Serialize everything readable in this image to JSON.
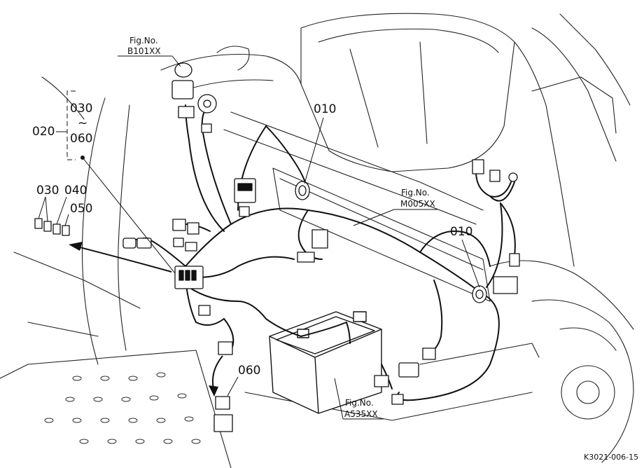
{
  "figure_refs": [
    {
      "line1": "Fig.No.",
      "line2": "B101XX"
    },
    {
      "line1": "Fig.No.",
      "line2": "M005XX"
    },
    {
      "line1": "Fig.No.",
      "line2": "A535XX"
    }
  ],
  "part_labels": {
    "p010_top": "010",
    "p010_right": "010",
    "p020": "020",
    "p030_group": "030",
    "tilde": "~",
    "p060_group": "060",
    "p030": "030",
    "p040": "040",
    "p050": "050",
    "p060": "060"
  },
  "drawing_code": "K3021-006-15"
}
